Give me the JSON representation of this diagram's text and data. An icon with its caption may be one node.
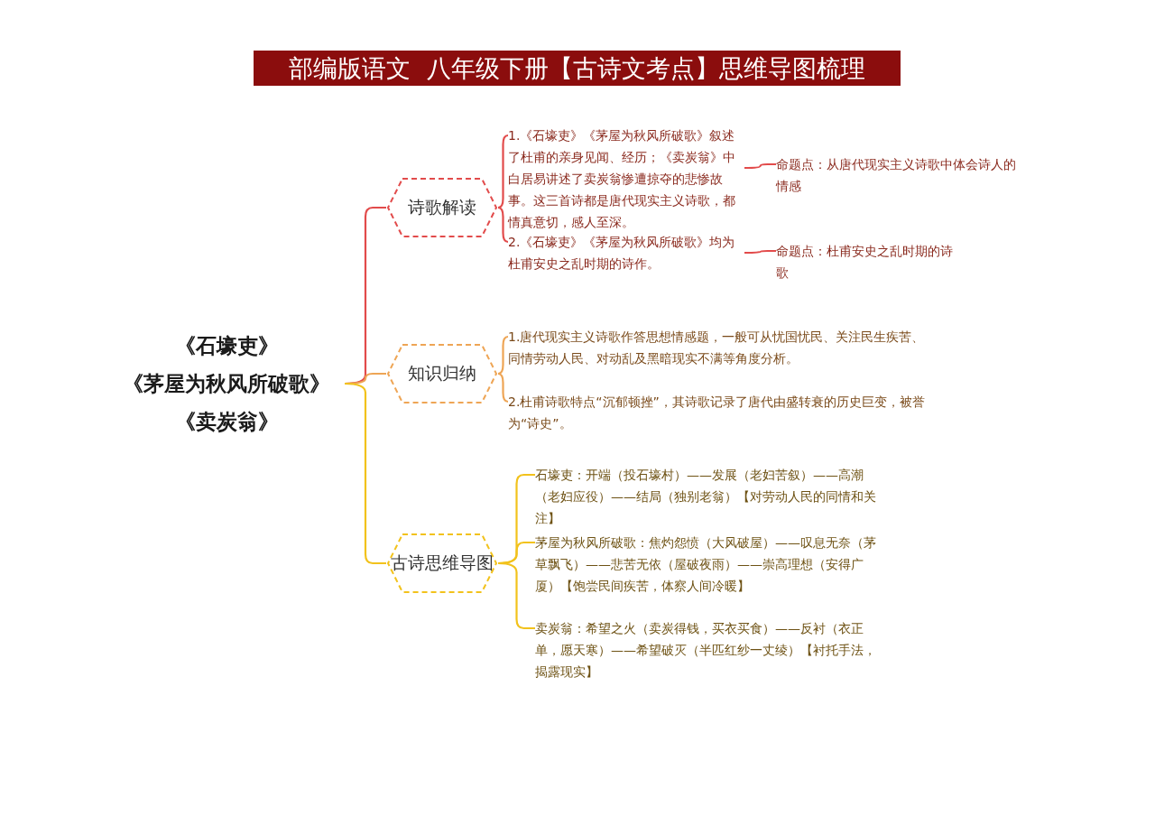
{
  "diagram": {
    "title": "部编版语文  八年级下册【古诗文考点】思维导图梳理",
    "nodes": [
      {
        "text": [
          "《石壕吏》",
          "《茅屋为秋风所破歌》",
          "《卖炭翁》"
        ]
      },
      {
        "text": [
          "诗歌解读"
        ]
      },
      {
        "text": [
          "1.《石壕吏》《茅屋为秋风所破歌》叙述了杜甫的亲身见闻、经历；《卖炭翁》中白居易讲述了卖炭翁惨遭掠夺的悲惨故事。这三首诗都是唐代现实主义诗歌，都情真意切，感人至深。"
        ]
      },
      {
        "text": [
          "命题点：从唐代现实主义诗歌中体会诗人的情感"
        ]
      },
      {
        "text": [
          "2.《石壕吏》《茅屋为秋风所破歌》均为杜甫安史之乱时期的诗作。"
        ]
      },
      {
        "text": [
          "命题点：杜甫安史之乱时期的诗歌"
        ]
      },
      {
        "text": [
          "知识归纳"
        ]
      },
      {
        "text": [
          "1.唐代现实主义诗歌作答思想情感题，一般可从忧国忧民、关注民生疾苦、同情劳动人民、对动乱及黑暗现实不满等角度分析。"
        ]
      },
      {
        "text": [
          "2.杜甫诗歌特点“沉郁顿挫”，其诗歌记录了唐代由盛转衰的历史巨变，被誉为“诗史”。"
        ]
      },
      {
        "text": [
          "古诗思维导图"
        ]
      },
      {
        "text": [
          "石壕吏：开端（投石壕村）——发展（老妇苦叙）——高潮（老妇应役）——结局（独别老翁）【对劳动人民的同情和关注】"
        ]
      },
      {
        "text": [
          "茅屋为秋风所破歌：焦灼怨愤（大风破屋）——叹息无奈（茅草飘飞）——悲苦无依（屋破夜雨）——崇高理想（安得广厦）【饱尝民间疾苦，体察人间冷暖】"
        ]
      },
      {
        "text": [
          "卖炭翁：希望之火（卖炭得钱，买衣买食）——反衬（衣正单，愿天寒）——希望破灭（半匹红纱一丈绫）【衬托手法，揭露现实】"
        ]
      }
    ],
    "edges": [
      {
        "from": 0,
        "to": 1,
        "arrow": "none"
      },
      {
        "from": 0,
        "to": 6,
        "arrow": "none",
        "color": "#eea555"
      },
      {
        "from": 0,
        "to": 9,
        "arrow": "none",
        "color": "#f2c21c"
      },
      {
        "from": 1,
        "to": 2,
        "arrow": "none"
      },
      {
        "from": 1,
        "to": 4,
        "arrow": "none"
      },
      {
        "from": 2,
        "to": 3,
        "arrow": "none"
      },
      {
        "from": 4,
        "to": 5,
        "arrow": "none"
      },
      {
        "from": 6,
        "to": 7,
        "arrow": "none",
        "color": "#eea555"
      },
      {
        "from": 6,
        "to": 8,
        "arrow": "none",
        "color": "#eea555"
      },
      {
        "from": 9,
        "to": 10,
        "arrow": "none",
        "color": "#f2c21c"
      },
      {
        "from": 9,
        "to": 11,
        "arrow": "none",
        "color": "#f2c21c"
      },
      {
        "from": 9,
        "to": 12,
        "arrow": "none",
        "color": "#f2c21c"
      }
    ]
  }
}
